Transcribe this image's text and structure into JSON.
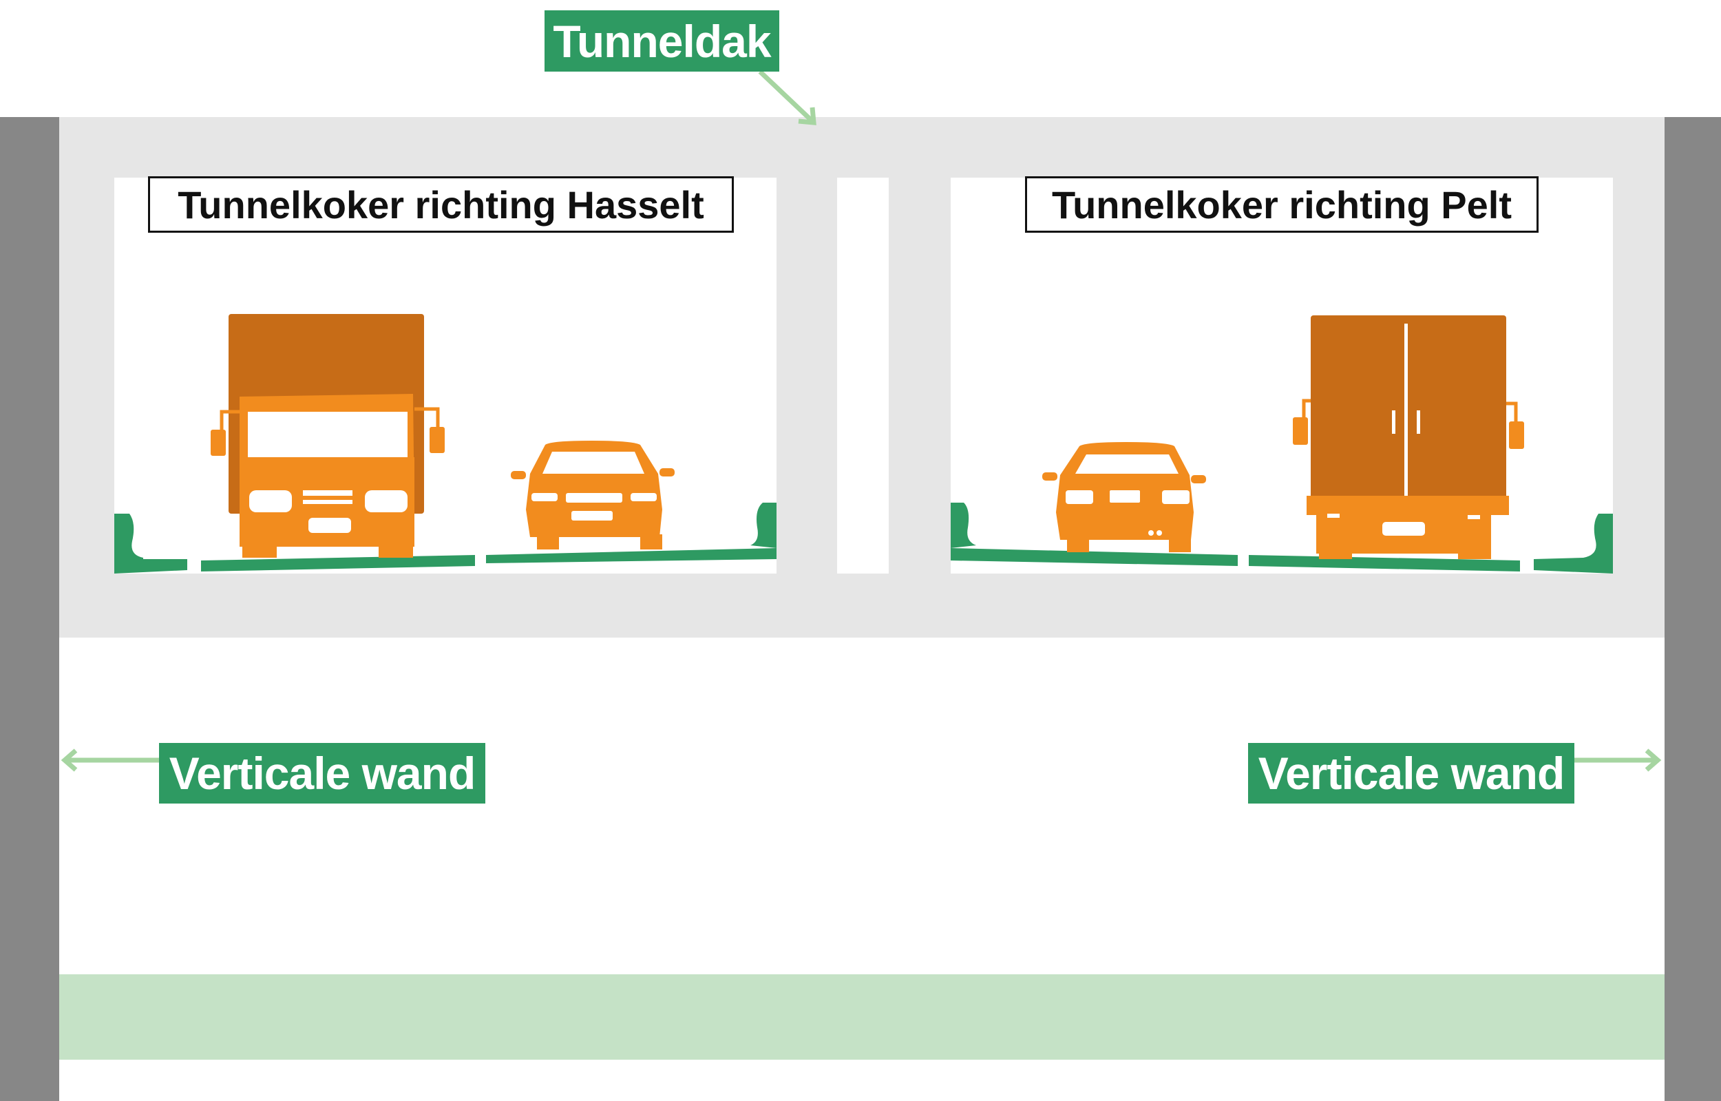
{
  "labels": {
    "roof": "Tunneldak",
    "bore_left": "Tunnelkoker richting Hasselt",
    "bore_right": "Tunnelkoker richting Pelt",
    "wall_left": "Verticale wand",
    "wall_right": "Verticale wand"
  },
  "colors": {
    "label_green": "#2e9a62",
    "arrow_green": "#a6d5a1",
    "curb_green": "#2e9a62",
    "wall_gray": "#878787",
    "slab_gray": "#e6e6e6",
    "floor_band": "#c5e2c6",
    "vehicle_orange": "#f28c1e",
    "truck_box_brown": "#c76c17"
  },
  "icons": [
    "truck-front-icon",
    "car-front-icon",
    "car-rear-icon",
    "truck-rear-icon",
    "arrow-icon"
  ]
}
